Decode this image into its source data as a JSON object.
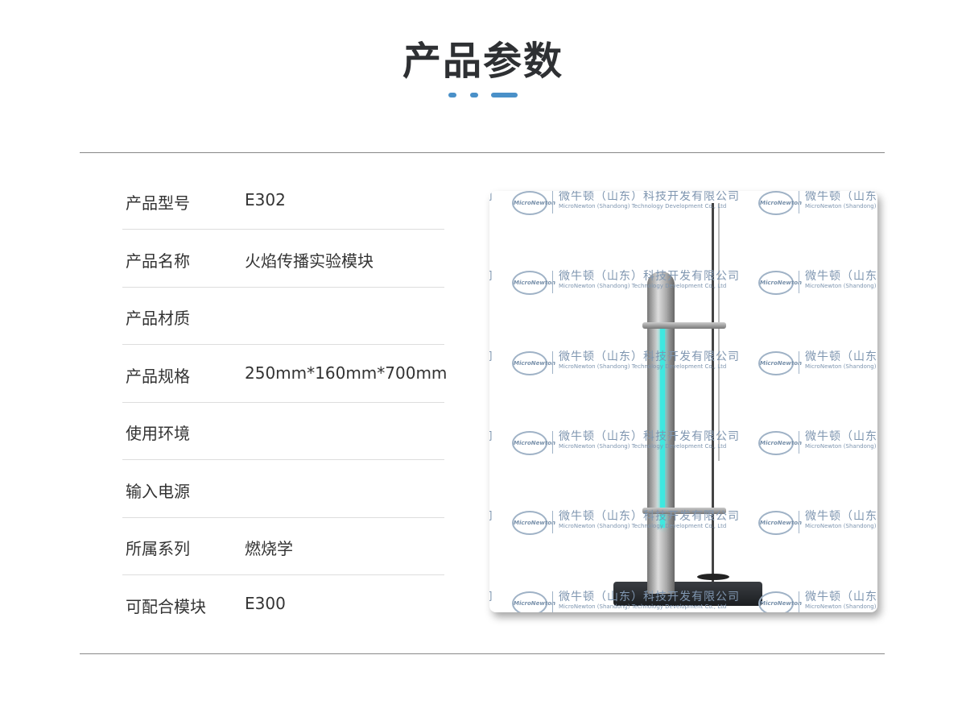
{
  "header": {
    "title": "产品参数"
  },
  "specs": [
    {
      "label": "产品型号",
      "value": "E302"
    },
    {
      "label": "产品名称",
      "value": "火焰传播实验模块"
    },
    {
      "label": "产品材质",
      "value": ""
    },
    {
      "label": "产品规格",
      "value": "250mm*160mm*700mm"
    },
    {
      "label": "使用环境",
      "value": ""
    },
    {
      "label": "输入电源",
      "value": ""
    },
    {
      "label": "所属系列",
      "value": "燃烧学"
    },
    {
      "label": "可配合模块",
      "value": "E300"
    }
  ],
  "watermark": {
    "logo": "MicroNewton",
    "cn": "微牛顿（山东）科技开发有限公司",
    "en": "MicroNewton (Shandong) Technology Development Co., Ltd"
  },
  "colors": {
    "accent": "#4a90c8",
    "glow": "#3ee8e0"
  }
}
